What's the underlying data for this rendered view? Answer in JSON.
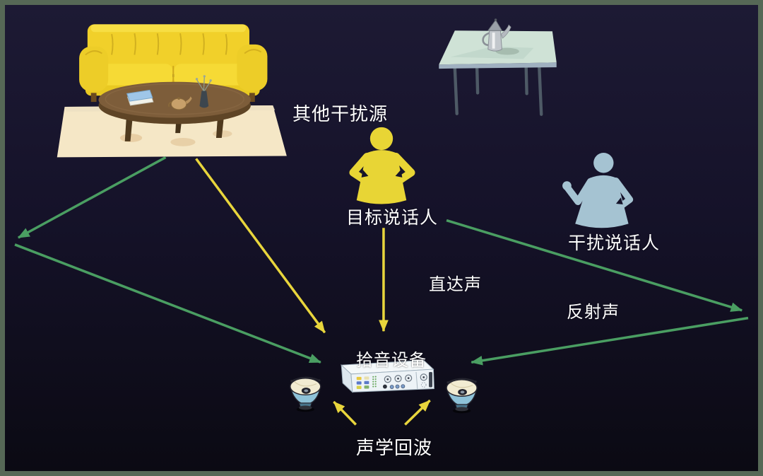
{
  "labels": {
    "other_noise_source": "其他干扰源",
    "target_speaker": "目标说话人",
    "interfering_speaker": "干扰说话人",
    "direct_sound": "直达声",
    "reflected_sound": "反射声",
    "pickup_device": "拾音设备",
    "acoustic_echo": "声学回波"
  },
  "colors": {
    "background_top": "#1d1a34",
    "background_bottom": "#0b0a13",
    "frame": "#566856",
    "signal_yellow": "#e8d53c",
    "signal_green": "#4a9e62",
    "sofa_yellow": "#f1d02a",
    "target_person": "#e8d535",
    "interferer_person": "#a5c3d2",
    "rug": "#f5e7c6",
    "coffee_table": "#7d5d3a",
    "side_table_top": "#cfe2d6",
    "label_text": "#ffffff"
  },
  "objects": {
    "sofa": "sofa-illustration",
    "coffee_table": "coffee-table-illustration",
    "rug": "rug-illustration",
    "side_table": "side-table-with-kettle-illustration",
    "target_person": "target-speaker-figure",
    "interferer_person": "interfering-speaker-figure",
    "pickup_device": "audio-pickup-device",
    "left_speaker": "left-loudspeaker",
    "right_speaker": "right-loudspeaker"
  }
}
